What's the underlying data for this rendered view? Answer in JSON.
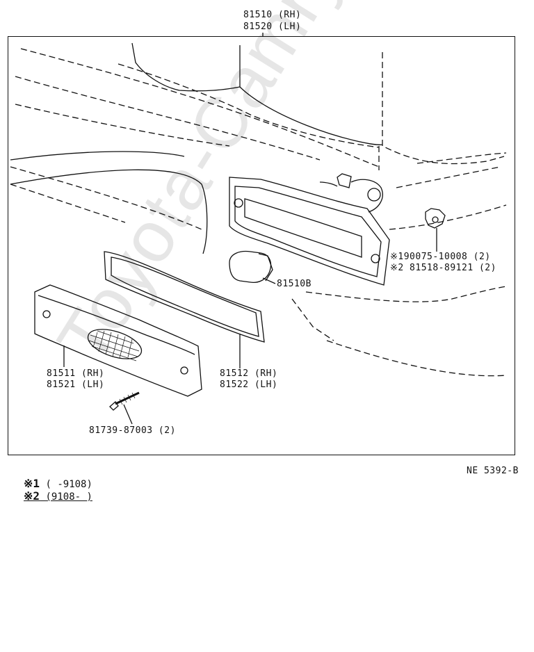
{
  "diagram": {
    "assembly_rh": "81510 (RH)",
    "assembly_lh": "81520 (LH)",
    "parts": [
      {
        "label": "※190075-10008 (2)"
      },
      {
        "label": "※2 81518-89121 (2)"
      },
      {
        "label": "81510B"
      },
      {
        "label": "81511 (RH)"
      },
      {
        "label": "81521 (LH)"
      },
      {
        "label": "81512 (RH)"
      },
      {
        "label": "81522 (LH)"
      },
      {
        "label": "81739-87003 (2)"
      }
    ],
    "figure_code": "NE 5392-B"
  },
  "notes": [
    {
      "mark": "※1",
      "text": "(     -9108)"
    },
    {
      "mark": "※2",
      "text": "(9108-      )"
    }
  ],
  "watermark": "Toyota-Camry.ru"
}
